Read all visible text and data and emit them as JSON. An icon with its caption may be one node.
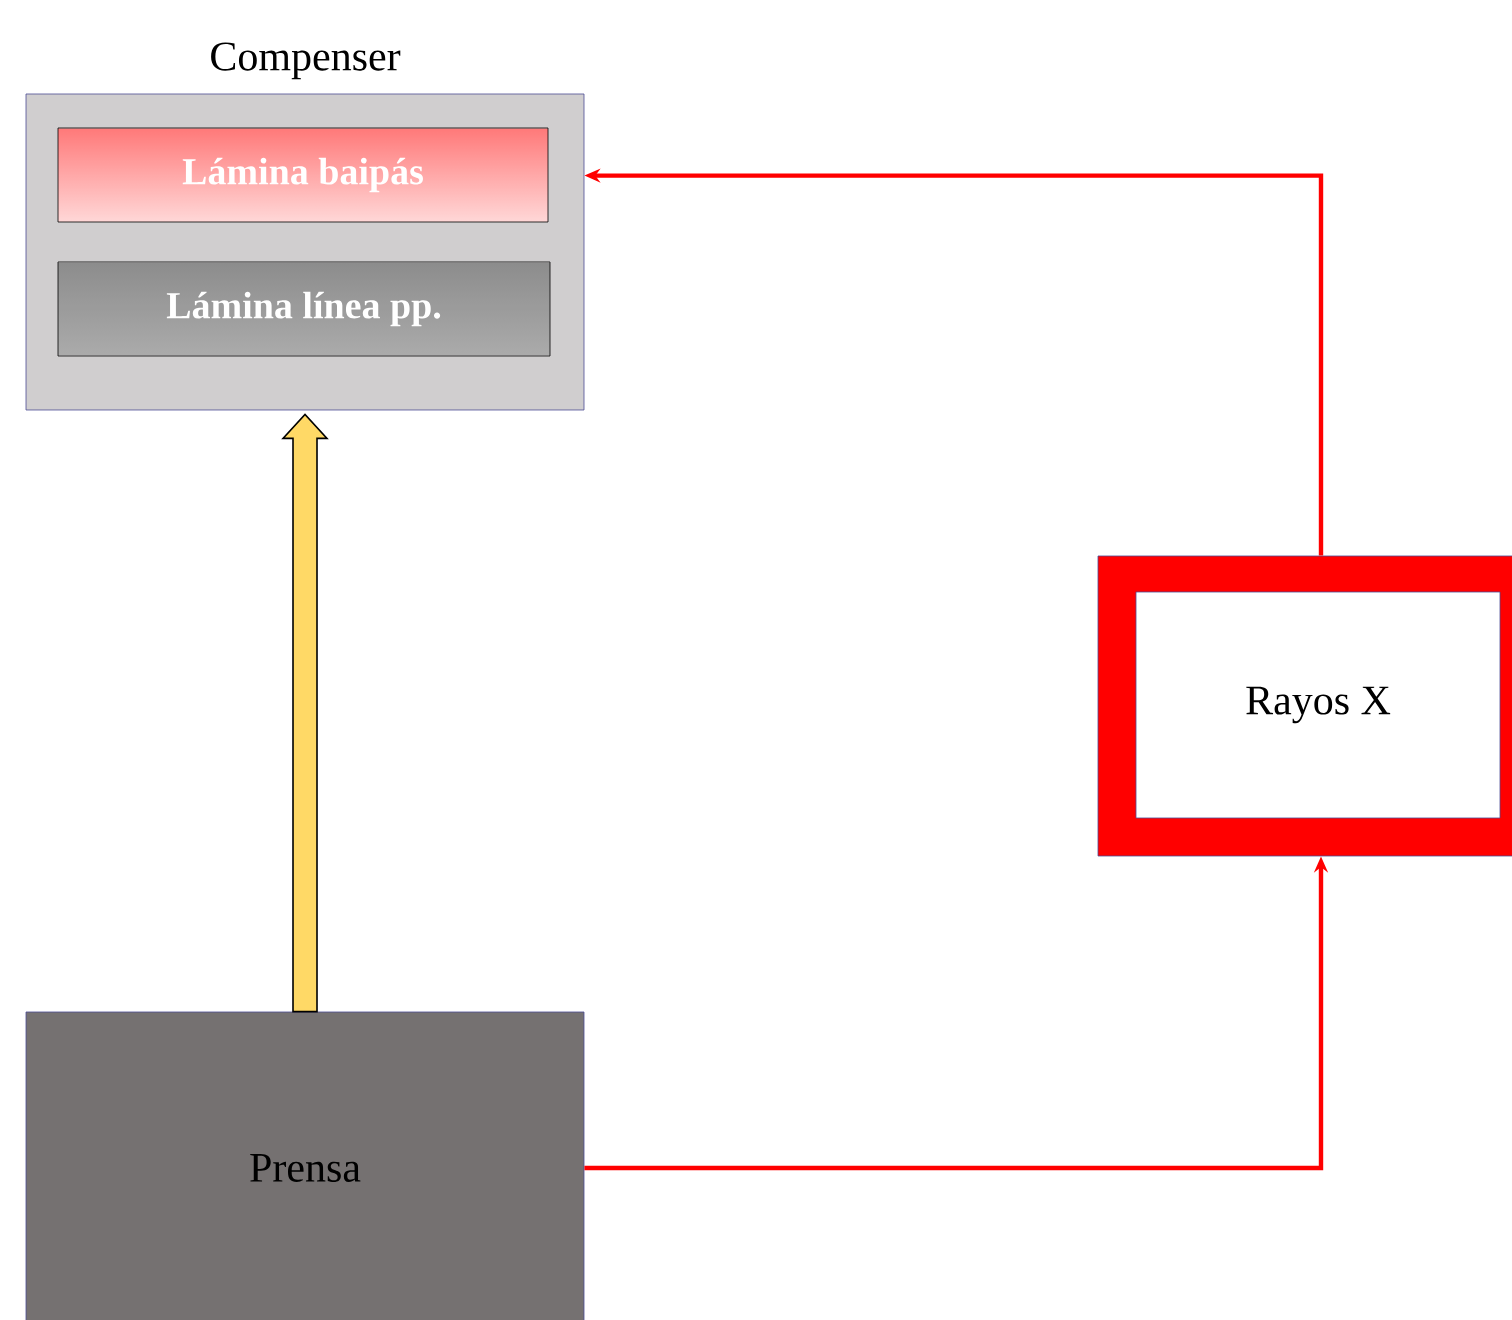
{
  "diagram": {
    "nodes": [
      {
        "text": [
          "Compenser"
        ]
      },
      {
        "text": [
          "Lámina baipás"
        ],
        "in": 0
      },
      {
        "text": [
          "Lámina línea pp."
        ],
        "in": 0
      },
      {
        "text": [
          "Prensa"
        ]
      },
      {
        "text": [
          "Rayos X"
        ]
      }
    ],
    "edges": [
      {
        "from": 3,
        "to": 0,
        "arrow": "to",
        "style": "thick",
        "color": "#ffd966"
      },
      {
        "from": 3,
        "to": 4,
        "arrow": "to"
      },
      {
        "from": 4,
        "to": 0,
        "arrow": "to"
      }
    ]
  }
}
